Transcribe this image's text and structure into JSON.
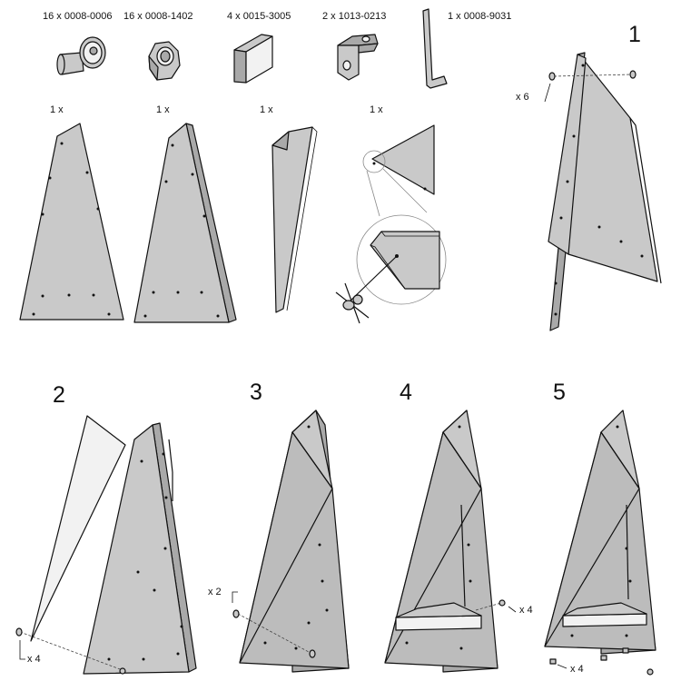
{
  "parts": [
    {
      "label": "16 x 0008-0006",
      "icon": "button-head-screw-icon"
    },
    {
      "label": "16 x 0008-1402",
      "icon": "hex-nut-icon"
    },
    {
      "label": "4 x 0015-3005",
      "icon": "spacer-block-icon"
    },
    {
      "label": "2 x 1013-0213",
      "icon": "angle-bracket-icon"
    },
    {
      "label": "1 x 0008-9031",
      "icon": "hex-key-icon"
    }
  ],
  "panels": [
    {
      "qty": "1 x"
    },
    {
      "qty": "1 x"
    },
    {
      "qty": "1 x"
    },
    {
      "qty": "1 x"
    }
  ],
  "steps": [
    {
      "number": "1",
      "multiplier": "x 6"
    },
    {
      "number": "2",
      "multiplier": "x 4"
    },
    {
      "number": "3",
      "multiplier": "x 2"
    },
    {
      "number": "4",
      "multiplier": "x 4"
    },
    {
      "number": "5",
      "multiplier": "x 4"
    }
  ],
  "colors": {
    "panel": "#c9c9c9",
    "panel_dark": "#a9a9a9",
    "outline": "#111111"
  }
}
